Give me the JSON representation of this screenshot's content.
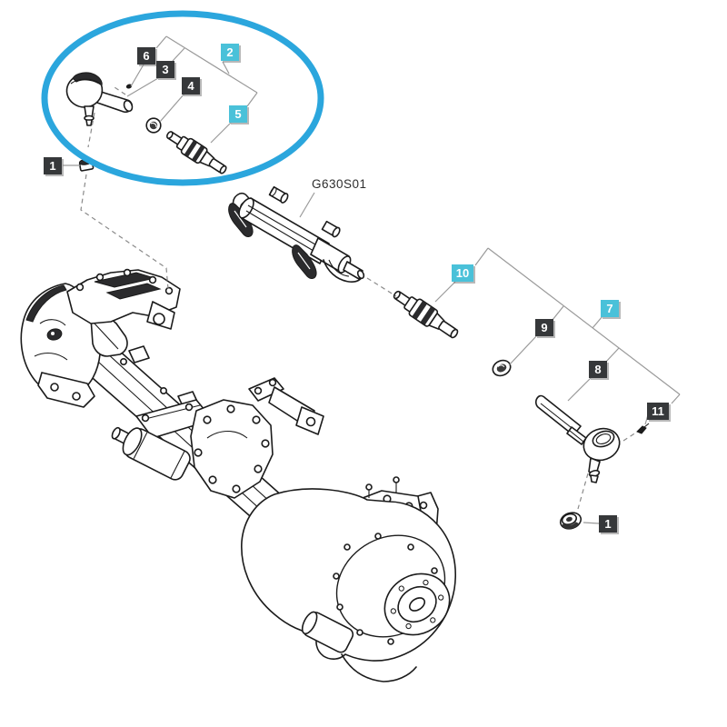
{
  "diagram": {
    "code_label": "G630S01",
    "colors": {
      "highlight": "#2ba6dd",
      "label_dark": "#36383a",
      "label_cyan": "#4ac1d9",
      "leader": "#9a9a9a",
      "ink": "#1b1b1b"
    },
    "callouts": [
      {
        "num": "6",
        "variant": "dark"
      },
      {
        "num": "3",
        "variant": "dark"
      },
      {
        "num": "2",
        "variant": "cyan"
      },
      {
        "num": "4",
        "variant": "dark"
      },
      {
        "num": "5",
        "variant": "cyan"
      },
      {
        "num": "1",
        "variant": "dark"
      },
      {
        "num": "10",
        "variant": "cyan"
      },
      {
        "num": "9",
        "variant": "dark"
      },
      {
        "num": "7",
        "variant": "cyan"
      },
      {
        "num": "8",
        "variant": "dark"
      },
      {
        "num": "11",
        "variant": "dark"
      },
      {
        "num": "1",
        "variant": "dark"
      }
    ]
  }
}
